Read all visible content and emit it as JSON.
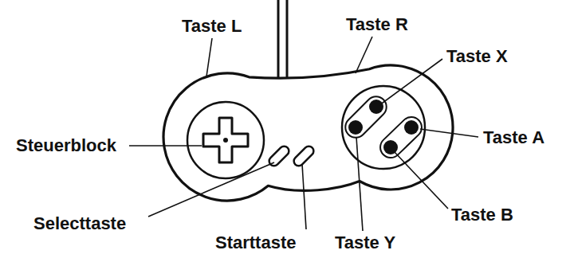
{
  "diagram": {
    "labels": [
      "Taste L",
      "Taste R",
      "Taste X",
      "Steuerblock",
      "Taste A",
      "Taste B",
      "Selecttaste",
      "Starttaste",
      "Taste Y"
    ]
  }
}
